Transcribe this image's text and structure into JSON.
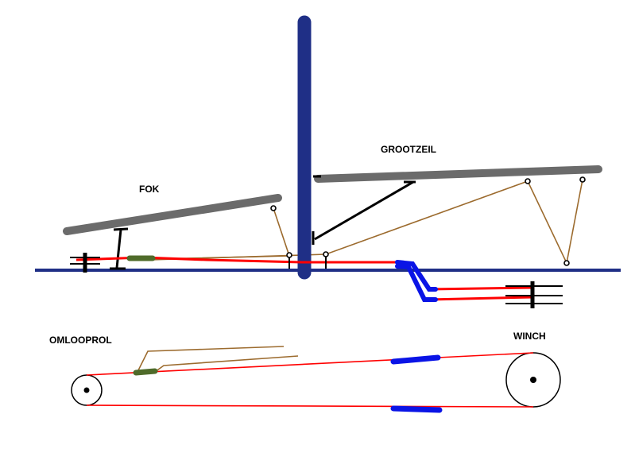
{
  "labels": {
    "fok": "FOK",
    "grootzeil": "GROOTZEIL",
    "omlooprol": "OMLOOPROL",
    "winch": "WINCH"
  },
  "colors": {
    "mast": "#1f2f86",
    "deck": "#1f2f86",
    "boom": "#6b6b6b",
    "line_red": "#ff0000",
    "line_brown": "#9c6b2e",
    "connector_green": "#4f6b2a",
    "tube_blue": "#0a14e6",
    "strut": "#000000",
    "pulley": "#000000"
  }
}
